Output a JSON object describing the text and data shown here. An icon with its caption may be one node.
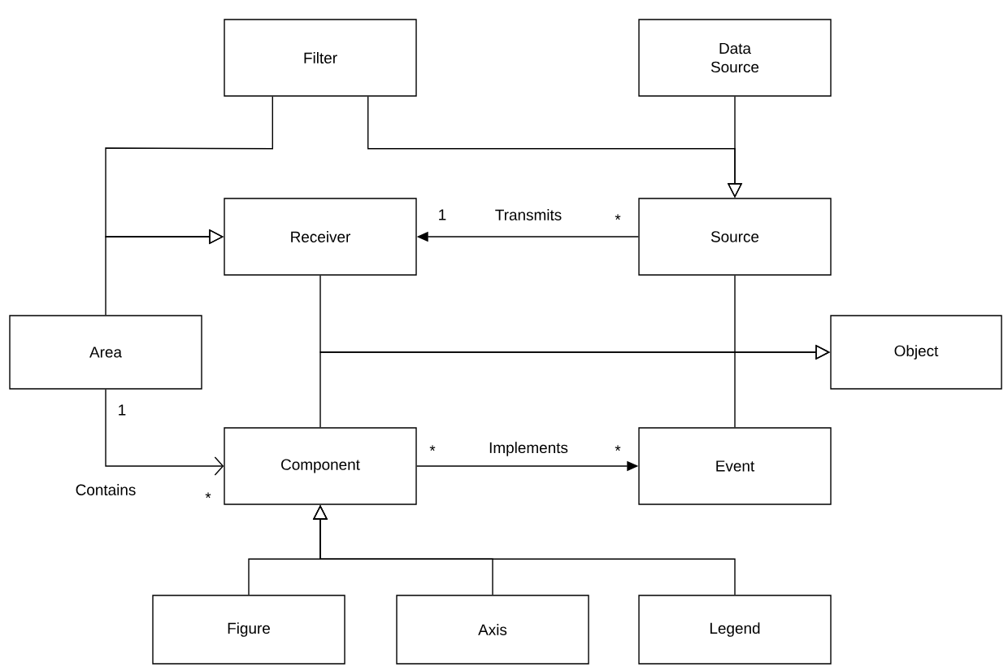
{
  "diagram": {
    "nodes": [
      {
        "text": [
          "Filter"
        ]
      },
      {
        "text": [
          "Data Source"
        ]
      },
      {
        "text": [
          "Receiver"
        ]
      },
      {
        "text": [
          "Source"
        ]
      },
      {
        "text": [
          "Area"
        ]
      },
      {
        "text": [
          "Object"
        ]
      },
      {
        "text": [
          "Component"
        ]
      },
      {
        "text": [
          "Event"
        ]
      },
      {
        "text": [
          "Figure"
        ]
      },
      {
        "text": [
          "Axis"
        ]
      },
      {
        "text": [
          "Legend"
        ]
      }
    ],
    "edges": [
      {
        "from": 0,
        "to": 2,
        "arrow": "to"
      },
      {
        "from": 4,
        "to": 2,
        "arrow": "to"
      },
      {
        "from": 0,
        "to": 3,
        "arrow": "to"
      },
      {
        "from": 1,
        "to": 3,
        "arrow": "to"
      },
      {
        "from": 3,
        "to": 2,
        "arrow": "to",
        "label": "Transmits"
      },
      {
        "from": 2,
        "to": 5,
        "arrow": "to"
      },
      {
        "from": 6,
        "to": 5,
        "arrow": "to"
      },
      {
        "from": 3,
        "to": 7,
        "arrow": "none"
      },
      {
        "from": 4,
        "to": 6,
        "arrow": "to",
        "label": "Contains"
      },
      {
        "from": 6,
        "to": 7,
        "arrow": "to",
        "label": "Implements"
      },
      {
        "from": 8,
        "to": 6,
        "arrow": "to"
      },
      {
        "from": 9,
        "to": 6,
        "arrow": "to"
      },
      {
        "from": 10,
        "to": 6,
        "arrow": "to"
      }
    ],
    "labels": [
      "1",
      "*",
      "1",
      "*",
      "*",
      "*"
    ]
  }
}
